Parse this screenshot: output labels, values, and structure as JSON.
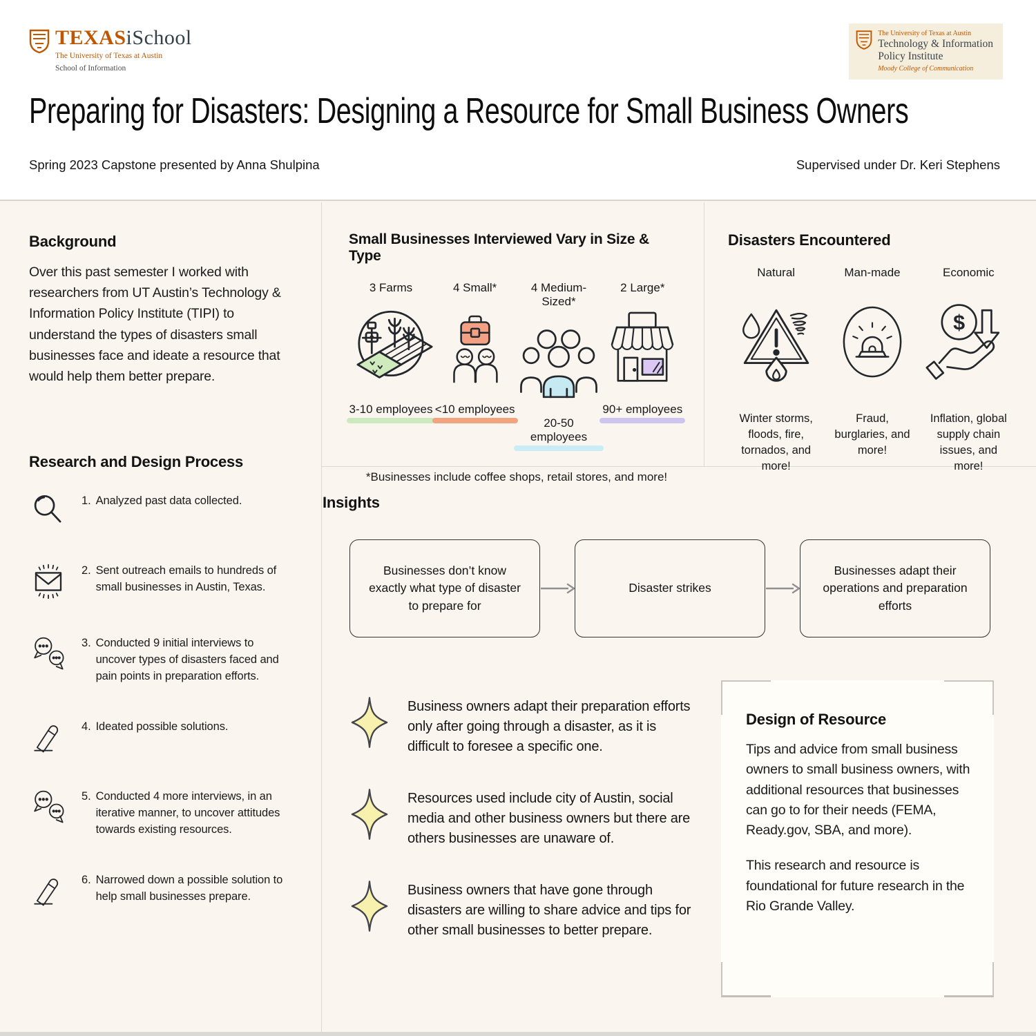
{
  "colors": {
    "page_background": "#faf6ef",
    "header_background": "#ffffff",
    "divider": "#dcd8d2",
    "brand_orange": "#bf5700",
    "underline_green": "#cdeabf",
    "underline_orange": "#f2a47f",
    "underline_blue": "#c9ecf6",
    "underline_purple": "#cdc5f0",
    "briefcase_fill": "#f2a184",
    "field_green": "#cfeabc",
    "shirt_blue": "#c7eaf2",
    "window_purple": "#dbc9f4",
    "sparkle_yellow": "#f8f1ae"
  },
  "header": {
    "logo_left": {
      "icon": "ut-shield-icon",
      "brand_primary": "TEXAS",
      "brand_secondary": "iSchool",
      "sub1": "The University of Texas at Austin",
      "sub2": "School of Information"
    },
    "logo_right": {
      "icon": "ut-shield-icon",
      "sub_top": "The University of Texas at Austin",
      "line1": "Technology & Information",
      "line2": "Policy Institute",
      "sub_bottom": "Moody College of Communication"
    },
    "title": "Preparing for Disasters:  Designing a Resource for Small Business Owners",
    "subtitle_left": "Spring 2023 Capstone presented by Anna Shulpina",
    "subtitle_right": "Supervised under Dr. Keri Stephens"
  },
  "background": {
    "heading": "Background",
    "body": "Over this past semester I worked with researchers from UT Austin’s Technology & Information Policy Institute (TIPI) to understand the types of disasters small businesses face and ideate a resource that would help them better prepare."
  },
  "process": {
    "heading": "Research and Design Process",
    "steps": [
      {
        "num": "1.",
        "text": "Analyzed past data collected.",
        "icon": "magnifier-icon"
      },
      {
        "num": "2.",
        "text": "Sent outreach emails to hundreds of small businesses in Austin, Texas.",
        "icon": "mail-icon"
      },
      {
        "num": "3.",
        "text": "Conducted 9 initial interviews to uncover types of disasters faced and pain points in preparation efforts.",
        "icon": "speech-bubbles-icon"
      },
      {
        "num": "4.",
        "text": "Ideated possible solutions.",
        "icon": "pencil-icon"
      },
      {
        "num": "5.",
        "text": "Conducted 4 more interviews, in an iterative manner, to uncover attitudes towards existing resources.",
        "icon": "speech-bubbles-icon"
      },
      {
        "num": "6.",
        "text": "Narrowed down a possible solution to help small businesses prepare.",
        "icon": "pencil-icon"
      }
    ]
  },
  "businesses": {
    "heading": "Small Businesses Interviewed Vary in Size & Type",
    "items": [
      {
        "label": "3 Farms",
        "employees": "3-10 employees",
        "underline_color": "#cdeabf",
        "icon": "farm-icon"
      },
      {
        "label": "4 Small*",
        "employees": "<10 employees",
        "underline_color": "#f2a47f",
        "icon": "briefcase-people-icon"
      },
      {
        "label": "4 Medium-Sized*",
        "employees": "20-50 employees",
        "underline_color": "#c9ecf6",
        "icon": "people-group-icon"
      },
      {
        "label": "2 Large*",
        "employees": "90+ employees",
        "underline_color": "#cdc5f0",
        "icon": "storefront-icon"
      }
    ],
    "footnote": "*Businesses include coffee shops, retail stores, and more!"
  },
  "disasters": {
    "heading": "Disasters Encountered",
    "items": [
      {
        "label": "Natural",
        "caption": "Winter storms, floods, fire, tornados, and more!",
        "icon": "warning-triangle-icon"
      },
      {
        "label": "Man-made",
        "caption": "Fraud, burglaries, and more!",
        "icon": "siren-icon"
      },
      {
        "label": "Economic",
        "caption": "Inflation, global supply chain issues, and more!",
        "icon": "dollar-hand-icon"
      }
    ]
  },
  "insights": {
    "heading": "Insights",
    "flow": [
      {
        "text": "Businesses don’t know exactly what type of disaster to prepare for"
      },
      {
        "text": "Disaster strikes"
      },
      {
        "text": "Businesses adapt their operations and preparation efforts"
      }
    ],
    "bullets": [
      {
        "icon": "sparkle-icon",
        "text": "Business owners adapt their preparation efforts only after going through a disaster, as it is difficult to foresee a specific one."
      },
      {
        "icon": "sparkle-icon",
        "text": "Resources used include city of Austin, social media and other business owners but there are others businesses are unaware of."
      },
      {
        "icon": "sparkle-icon",
        "text": "Business owners that have gone through disasters are willing to share advice and tips for other small businesses to better prepare."
      }
    ]
  },
  "design": {
    "heading": "Design of Resource",
    "paragraph1": "Tips and advice from small business owners to small business owners, with additional resources that businesses can go to for their needs (FEMA, Ready.gov, SBA, and more).",
    "paragraph2": "This research and resource is foundational for future research in the Rio Grande Valley."
  }
}
